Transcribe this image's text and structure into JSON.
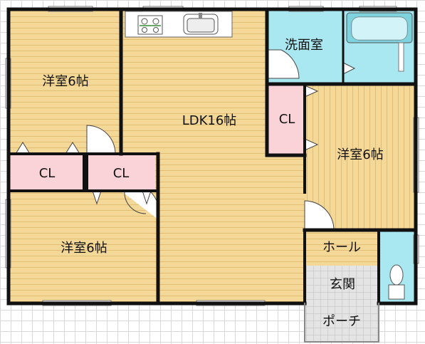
{
  "rooms": {
    "western_top_left": "洋室6帖",
    "western_bottom_left": "洋室6帖",
    "western_right": "洋室6帖",
    "ldk": "LDK16帖",
    "closet_left": "CL",
    "closet_mid": "CL",
    "closet_right": "CL",
    "washroom": "洗面室",
    "hall": "ホール",
    "entrance": "玄関",
    "porch": "ポーチ"
  },
  "colors": {
    "wood_floor": "#f3d898",
    "wood_line": "#e2bd72",
    "closet": "#f9d3d8",
    "bath": "#a9e8f0",
    "wall": "#111111",
    "tile": "#d6d6d6"
  },
  "icons": [
    "door-swing-icon",
    "kitchen-sink-icon",
    "stove-icon",
    "bathtub-icon",
    "toilet-icon"
  ]
}
